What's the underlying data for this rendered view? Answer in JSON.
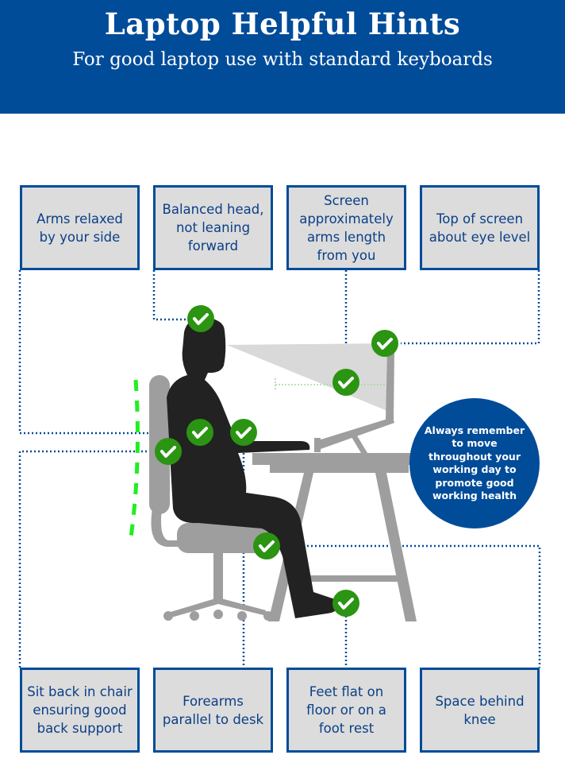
{
  "header": {
    "title": "Laptop Helpful Hints",
    "subtitle": "For good laptop use with standard keyboards"
  },
  "top_hints": [
    "Arms relaxed by your side",
    "Balanced head, not leaning forward",
    "Screen approximately arms length from you",
    "Top of screen about eye level"
  ],
  "bottom_hints": [
    "Sit back in chair ensuring good back support",
    "Forearms parallel to desk",
    "Feet flat on floor or on a foot rest",
    "Space behind knee"
  ],
  "reminder": "Always remember to move throughout your working day to promote good working health",
  "colors": {
    "brand_blue": "#004C99",
    "check_green": "#2b9412",
    "box_fill": "#dcdcdc",
    "furniture_gray": "#9e9e9e",
    "silhouette": "#222222",
    "posture_line": "#22ee22"
  }
}
